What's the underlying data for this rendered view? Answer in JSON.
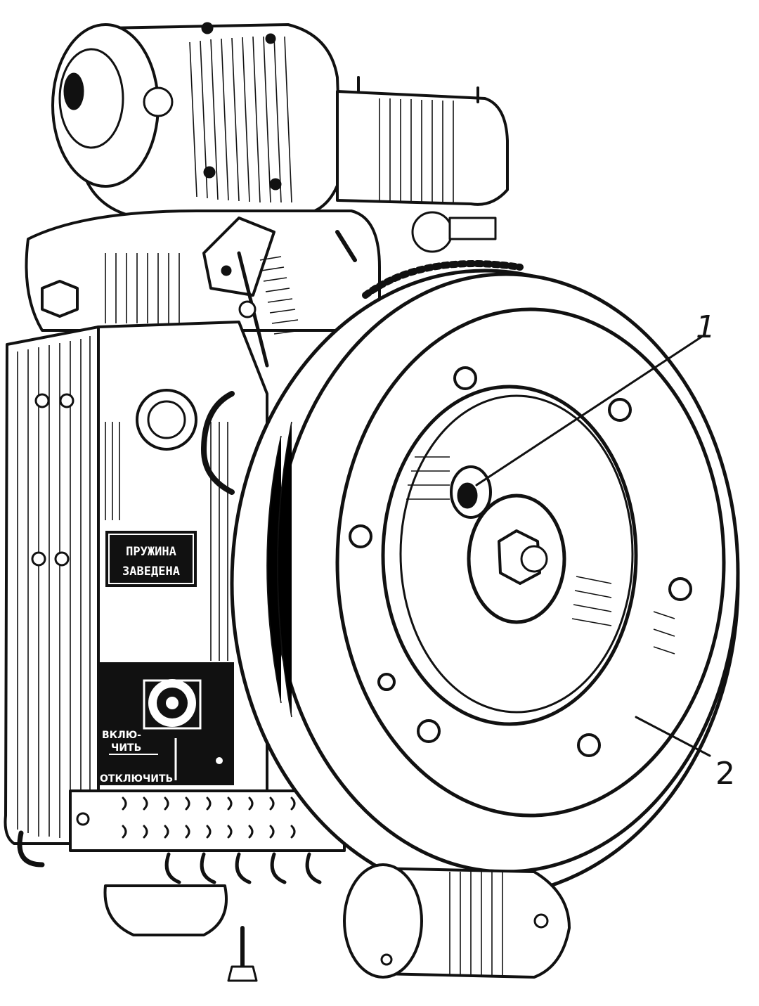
{
  "plate": {
    "line1": "ПРУЖИНА",
    "line2": "ЗАВЕДЕНА"
  },
  "switch_panel": {
    "on_line1": "ВКЛЮ-",
    "on_line2": "ЧИТЬ",
    "off": "ОТКЛЮЧИТЬ"
  },
  "callouts": {
    "c1": "1",
    "c2": "2"
  },
  "colors": {
    "ink": "#111111",
    "paper": "#ffffff"
  }
}
